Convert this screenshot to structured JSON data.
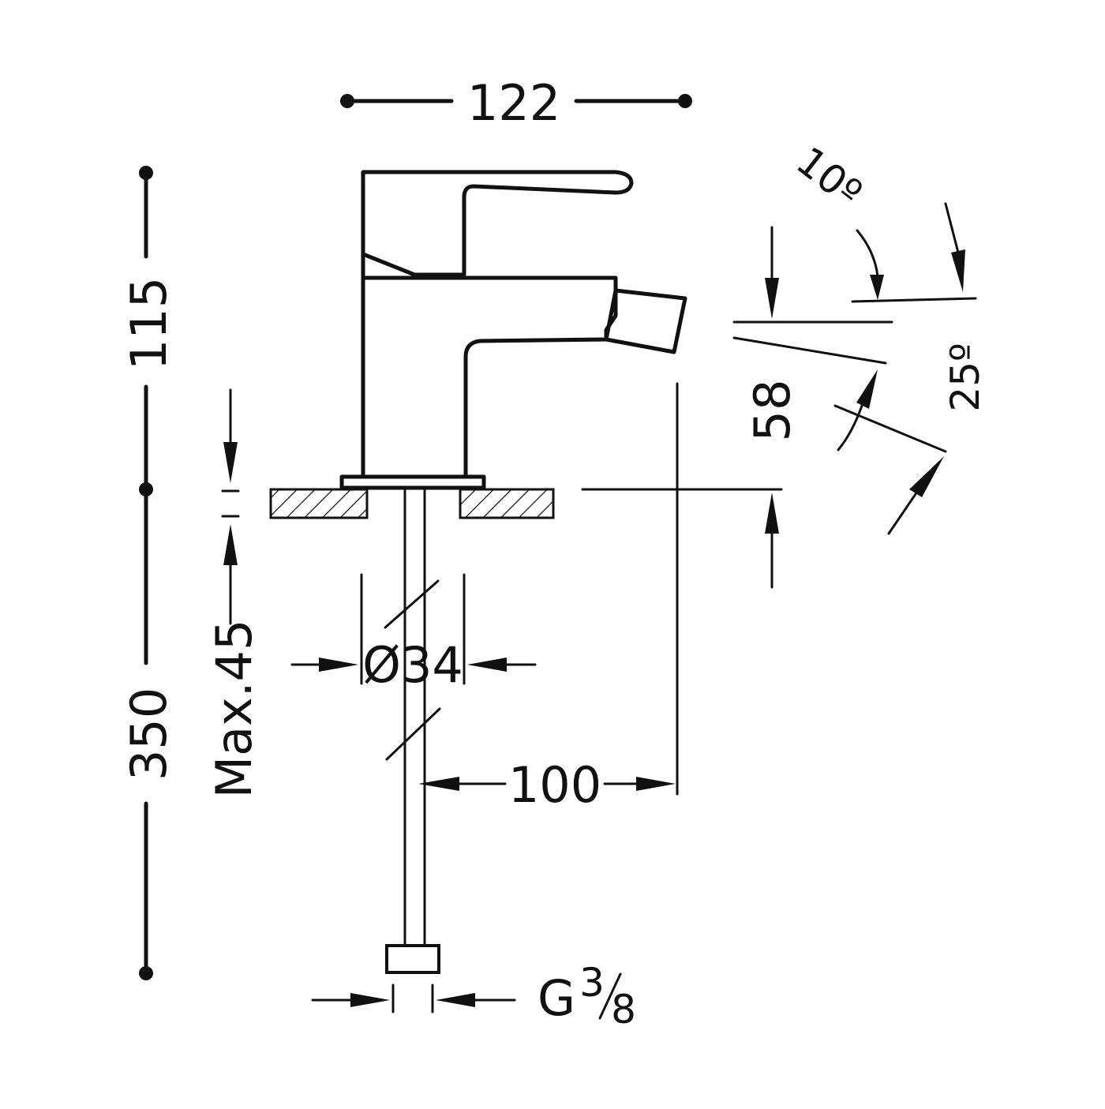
{
  "diagram": {
    "dimensions": {
      "overall_width": "122",
      "upper_height": "115",
      "lower_height": "350",
      "deck_thickness_max": "Max.45",
      "hole_diameter": "Ø34",
      "spout_reach": "100",
      "spout_height": "58",
      "connection_thread_prefix": "G",
      "connection_thread_num": "3",
      "connection_thread_den": "8"
    },
    "angles": {
      "handle_tilt": "10º",
      "spout_tilt": "25º"
    },
    "colors": {
      "line": "#111111",
      "background": "#ffffff"
    }
  }
}
